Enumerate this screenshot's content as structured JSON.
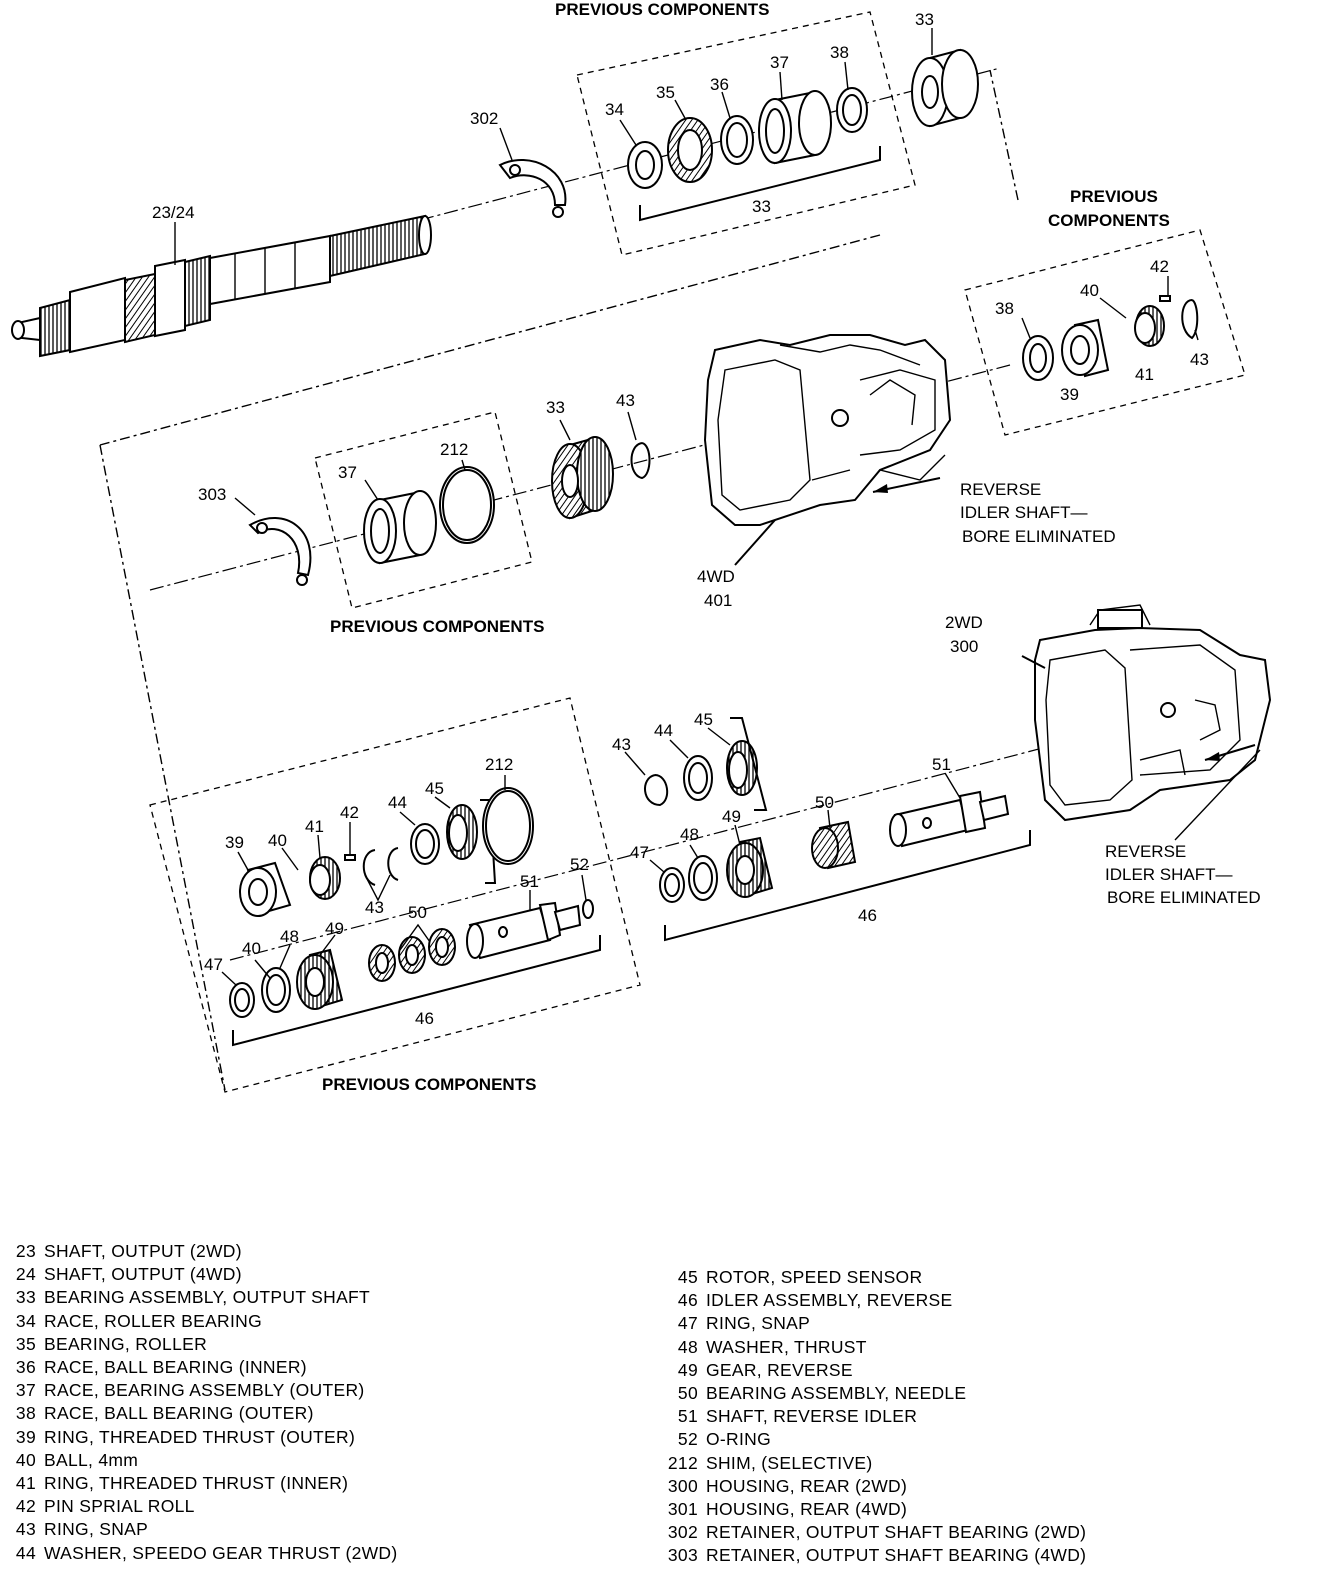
{
  "callouts": {
    "c33a": "33",
    "c38a": "38",
    "c37a": "37",
    "c36a": "36",
    "c35a": "35",
    "c34a": "34",
    "c302": "302",
    "c2324": "23/24",
    "c33b": "33",
    "c42a": "42",
    "c40a": "40",
    "c38b": "38",
    "c39a": "39",
    "c41a": "41",
    "c43a": "43",
    "c33c": "33",
    "c43b": "43",
    "c212a": "212",
    "c37b": "37",
    "c303": "303",
    "c4wd": "4WD",
    "c401": "401",
    "c2wd": "2WD",
    "c300": "300",
    "c43c": "43",
    "c44a": "44",
    "c45a": "45",
    "c212b": "212",
    "c39b": "39",
    "c40b": "40",
    "c41b": "41",
    "c42b": "42",
    "c44b": "44",
    "c45b": "45",
    "c43d": "43",
    "c51a": "51",
    "c52a": "52",
    "c50a": "50",
    "c49a": "49",
    "c48a": "48",
    "c40c": "40",
    "c47a": "47",
    "c46a": "46",
    "c47b": "47",
    "c48b": "48",
    "c49b": "49",
    "c50b": "50",
    "c51b": "51",
    "c46b": "46"
  },
  "headers": {
    "prev_top": "PREVIOUS COMPONENTS",
    "prev_right_1": "PREVIOUS",
    "prev_right_2": "COMPONENTS",
    "prev_mid": "PREVIOUS COMPONENTS",
    "prev_bottom": "PREVIOUS COMPONENTS"
  },
  "notes": {
    "rev1_l1": "REVERSE",
    "rev1_l2": "IDLER SHAFT—",
    "rev1_l3": "BORE ELIMINATED",
    "rev2_l1": "REVERSE",
    "rev2_l2": "IDLER SHAFT—",
    "rev2_l3": "BORE ELIMINATED"
  },
  "legend_left": [
    {
      "num": "23",
      "text": "SHAFT, OUTPUT (2WD)"
    },
    {
      "num": "24",
      "text": "SHAFT, OUTPUT (4WD)"
    },
    {
      "num": "33",
      "text": "BEARING ASSEMBLY, OUTPUT SHAFT"
    },
    {
      "num": "34",
      "text": "RACE, ROLLER BEARING"
    },
    {
      "num": "35",
      "text": "BEARING, ROLLER"
    },
    {
      "num": "36",
      "text": "RACE, BALL BEARING (INNER)"
    },
    {
      "num": "37",
      "text": "RACE, BEARING ASSEMBLY (OUTER)"
    },
    {
      "num": "38",
      "text": "RACE, BALL BEARING (OUTER)"
    },
    {
      "num": "39",
      "text": "RING, THREADED THRUST (OUTER)"
    },
    {
      "num": "40",
      "text": "BALL, 4mm"
    },
    {
      "num": "41",
      "text": "RING, THREADED THRUST (INNER)"
    },
    {
      "num": "42",
      "text": "PIN SPRIAL ROLL"
    },
    {
      "num": "43",
      "text": "RING, SNAP"
    },
    {
      "num": "44",
      "text": "WASHER, SPEEDO GEAR THRUST (2WD)"
    }
  ],
  "legend_right": [
    {
      "num": "45",
      "text": "ROTOR, SPEED SENSOR"
    },
    {
      "num": "46",
      "text": "IDLER ASSEMBLY, REVERSE"
    },
    {
      "num": "47",
      "text": "RING, SNAP"
    },
    {
      "num": "48",
      "text": "WASHER, THRUST"
    },
    {
      "num": "49",
      "text": "GEAR, REVERSE"
    },
    {
      "num": "50",
      "text": "BEARING ASSEMBLY, NEEDLE"
    },
    {
      "num": "51",
      "text": "SHAFT, REVERSE IDLER"
    },
    {
      "num": "52",
      "text": "O-RING"
    },
    {
      "num": "212",
      "text": "SHIM, (SELECTIVE)"
    },
    {
      "num": "300",
      "text": "HOUSING, REAR (2WD)"
    },
    {
      "num": "301",
      "text": "HOUSING, REAR (4WD)"
    },
    {
      "num": "302",
      "text": "RETAINER, OUTPUT SHAFT BEARING (2WD)"
    },
    {
      "num": "303",
      "text": "RETAINER, OUTPUT SHAFT BEARING (4WD)"
    }
  ]
}
